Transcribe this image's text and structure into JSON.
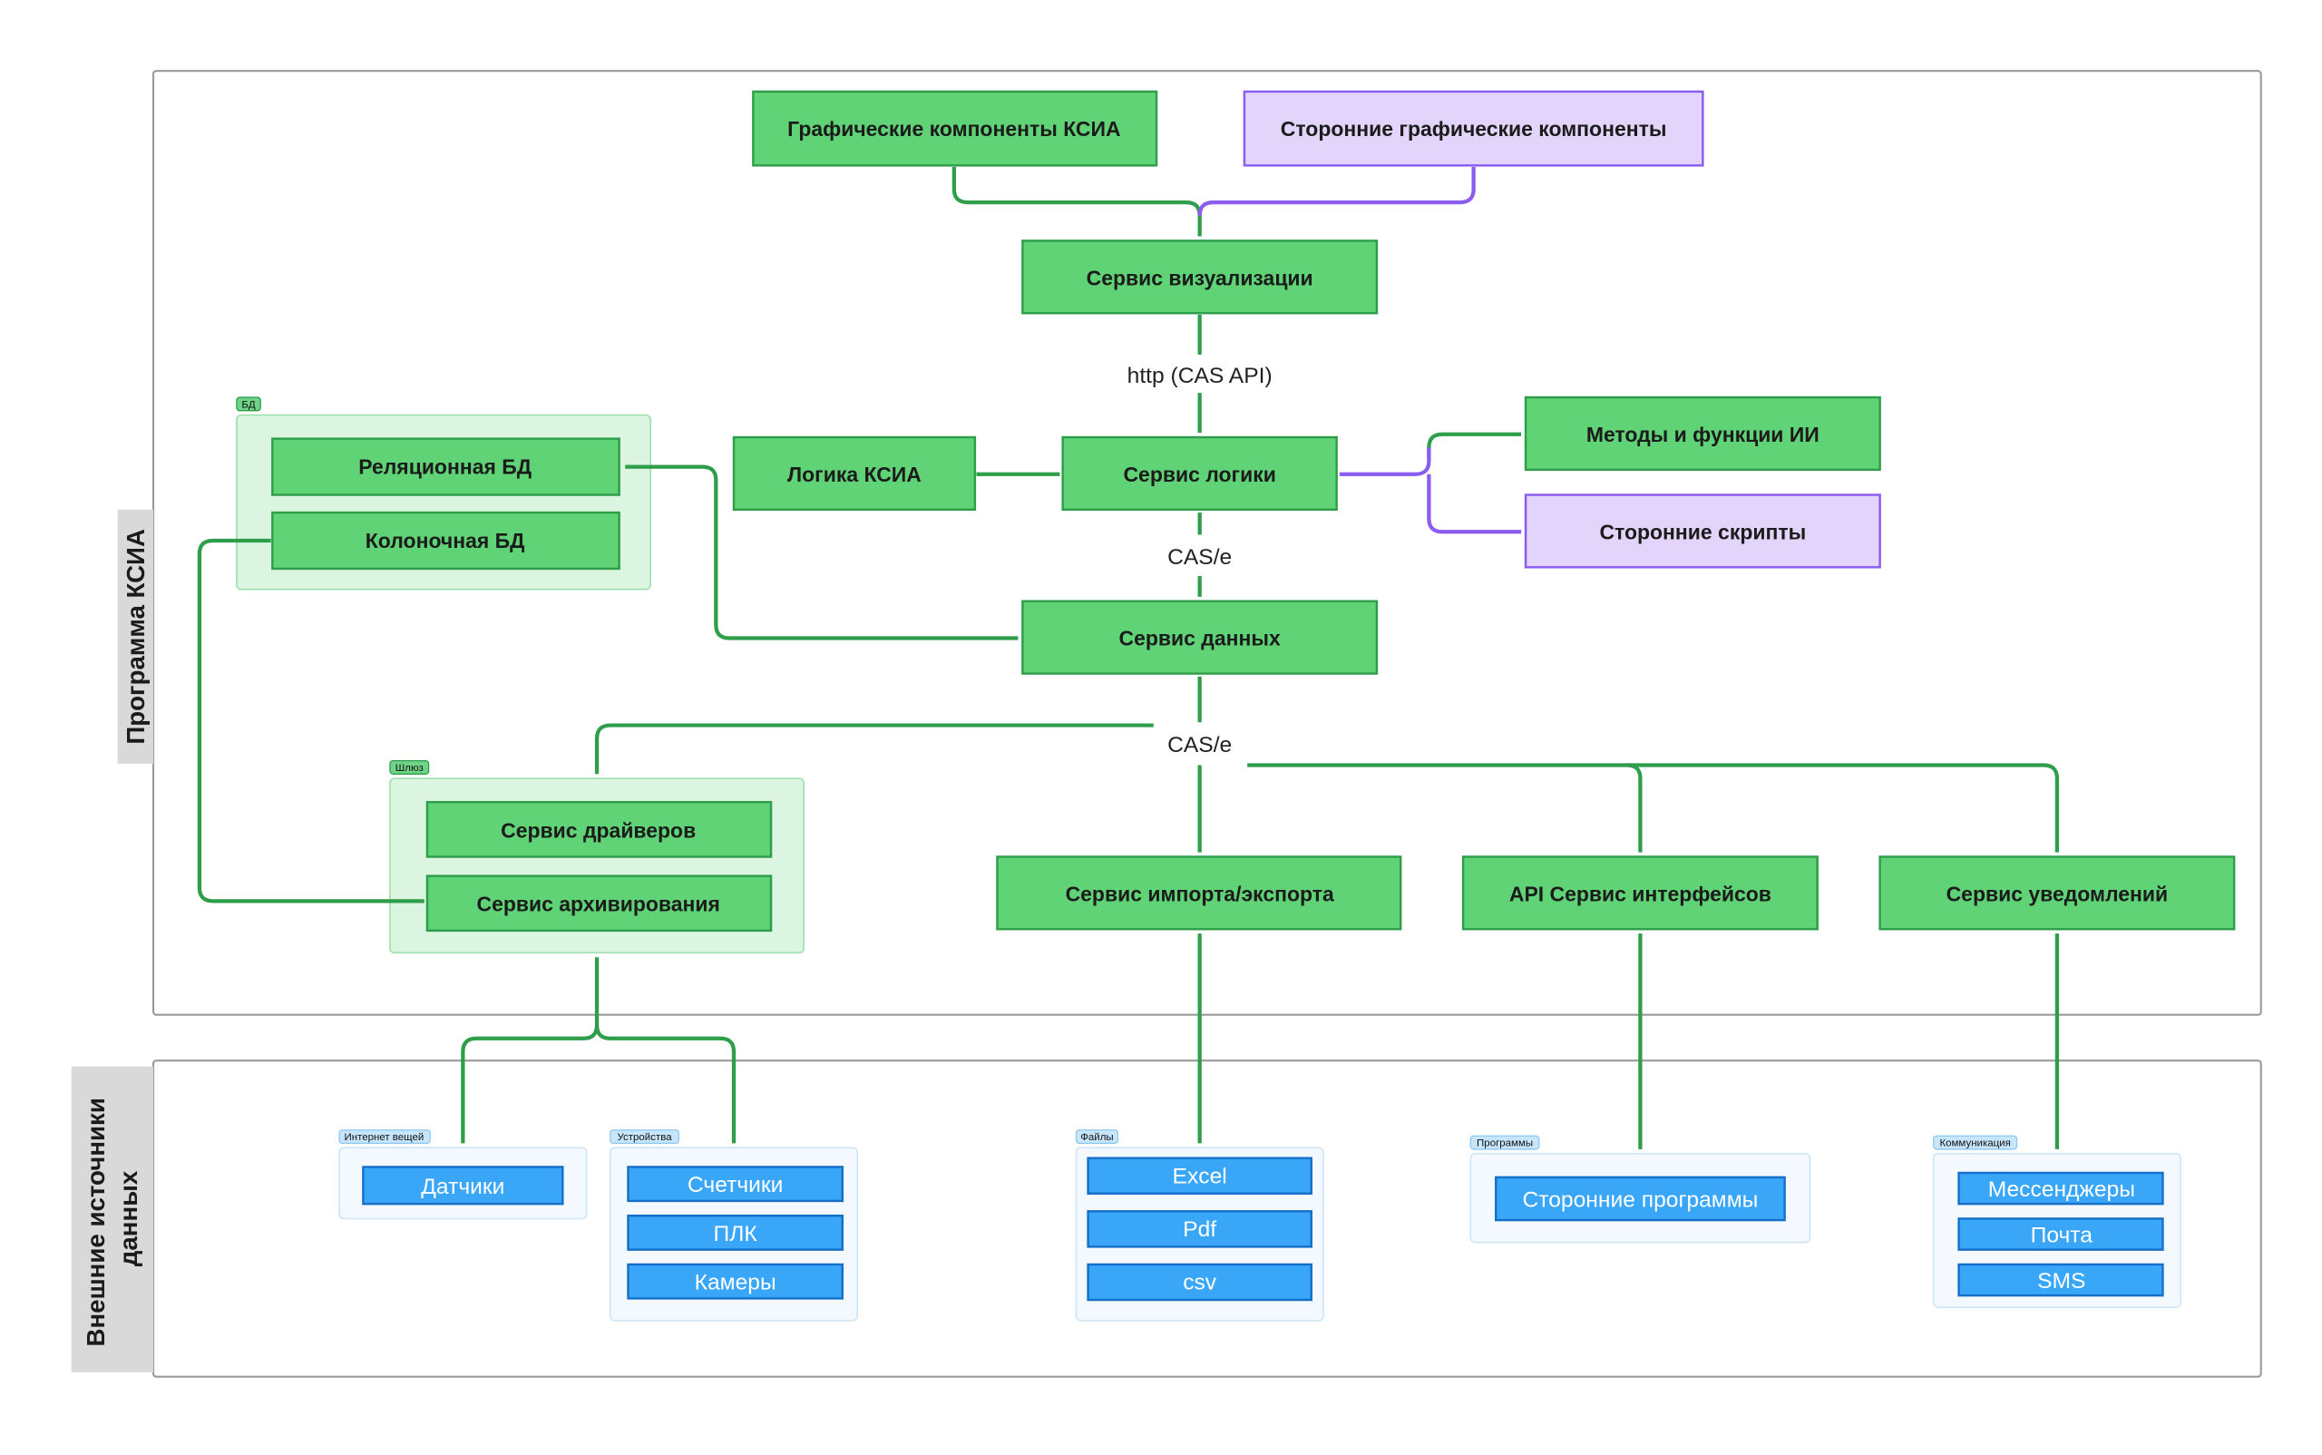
{
  "swimlanes": {
    "program": "Программа КСИА",
    "external": "Внешние источники данных"
  },
  "nodes": {
    "ksia_graphics": "Графические компоненты КСИА",
    "third_party_graphics": "Сторонние графические компоненты",
    "visualization": "Сервис визуализации",
    "ksia_logic": "Логика КСИА",
    "logic_service": "Сервис логики",
    "ai_methods": "Методы и функции ИИ",
    "third_party_scripts": "Сторонние скрипты",
    "data_service": "Сервис данных",
    "relational_db": "Реляционная БД",
    "columnar_db": "Колоночная БД",
    "drivers_service": "Сервис драйверов",
    "archiving_service": "Сервис архивирования",
    "import_export": "Сервис импорта/экспорта",
    "api_interfaces": "API Сервис интерфейсов",
    "notifications": "Сервис уведомлений",
    "sensors": "Датчики",
    "meters": "Счетчики",
    "plc": "ПЛК",
    "cameras": "Камеры",
    "excel": "Excel",
    "pdf": "Pdf",
    "csv": "csv",
    "third_party_programs": "Сторонние программы",
    "messengers": "Мессенджеры",
    "mail": "Почта",
    "sms": "SMS"
  },
  "groups": {
    "db": "БД",
    "gateway": "Шлюз",
    "iot": "Интернет вещей",
    "devices": "Устройства",
    "files": "Файлы",
    "programs": "Программы",
    "communication": "Коммуникация"
  },
  "edge_labels": {
    "http": "http (CAS API)",
    "cas1": "CAS/e",
    "cas2": "CAS/e"
  },
  "colors": {
    "green_node": "#5fd376",
    "purple_node": "#e2d4fb",
    "blue_node": "#3aa6f7",
    "green_edge": "#2f9e4a",
    "purple_edge": "#8a5cf0"
  }
}
